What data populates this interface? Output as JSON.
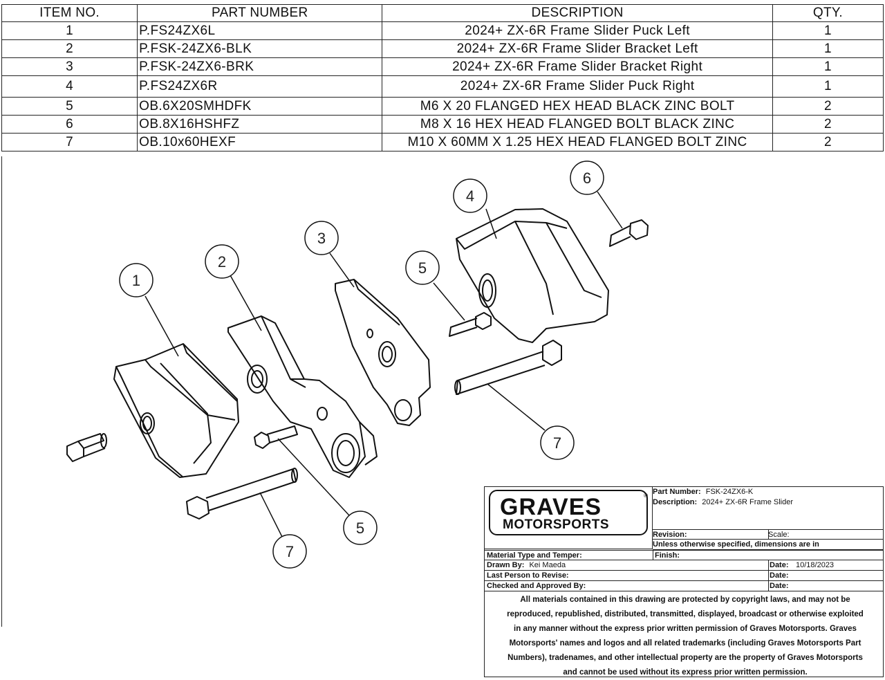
{
  "bom": {
    "headers": {
      "item": "ITEM NO.",
      "part": "PART NUMBER",
      "desc": "DESCRIPTION",
      "qty": "QTY."
    },
    "rows": [
      {
        "item": "1",
        "part": "P.FS24ZX6L",
        "desc": "2024+ ZX-6R Frame Slider Puck Left",
        "qty": "1"
      },
      {
        "item": "2",
        "part": "P.FSK-24ZX6-BLK",
        "desc": "2024+ ZX-6R Frame Slider Bracket Left",
        "qty": "1"
      },
      {
        "item": "3",
        "part": "P.FSK-24ZX6-BRK",
        "desc": "2024+ ZX-6R Frame Slider Bracket Right",
        "qty": "1"
      },
      {
        "item": "4",
        "part": "P.FS24ZX6R",
        "desc": "2024+ ZX-6R Frame Slider Puck Right",
        "qty": "1"
      },
      {
        "item": "5",
        "part": "OB.6X20SMHDFK",
        "desc": "M6 X 20 FLANGED HEX HEAD BLACK ZINC BOLT",
        "qty": "2"
      },
      {
        "item": "6",
        "part": "OB.8X16HSHFZ",
        "desc": "M8 X 16 HEX HEAD FLANGED BOLT BLACK ZINC",
        "qty": "2"
      },
      {
        "item": "7",
        "part": "OB.10x60HEXF",
        "desc": "M10 X 60MM X 1.25 HEX HEAD FLANGED BOLT ZINC",
        "qty": "2"
      }
    ]
  },
  "balloons": [
    "1",
    "2",
    "3",
    "4",
    "5",
    "6",
    "7",
    "5",
    "7"
  ],
  "title_block": {
    "logo_line1": "GRAVES",
    "logo_line2": "MOTORSPORTS",
    "logo_reg": "®",
    "part_number_label": "Part Number:",
    "part_number": "FSK-24ZX6-K",
    "description_label": "Description:",
    "description": "2024+ ZX-6R Frame Slider",
    "revision_label": "Revision:",
    "scale_label": "Scale:",
    "units_note": "Unless otherwise specified, dimensions are in",
    "finish_label": "Finish:",
    "material_label": "Material Type and Temper:",
    "drawn_by_label": "Drawn By:",
    "drawn_by": "Kei Maeda",
    "date_label": "Date:",
    "date": "10/18/2023",
    "last_revise_label": "Last Person to Revise:",
    "checked_label": "Checked and Approved By:",
    "legal": "All materials contained in this drawing are protected by copyright laws, and may not be reproduced, republished, distributed, transmitted, displayed, broadcast or otherwise exploited in any manner without the express prior written permission of Graves Motorsports. Graves Motorsports' names and logos and all related trademarks (including Graves Motorsports Part Numbers), tradenames, and other intellectual property are the property of Graves Motorsports and cannot be used without its express prior written permission."
  }
}
